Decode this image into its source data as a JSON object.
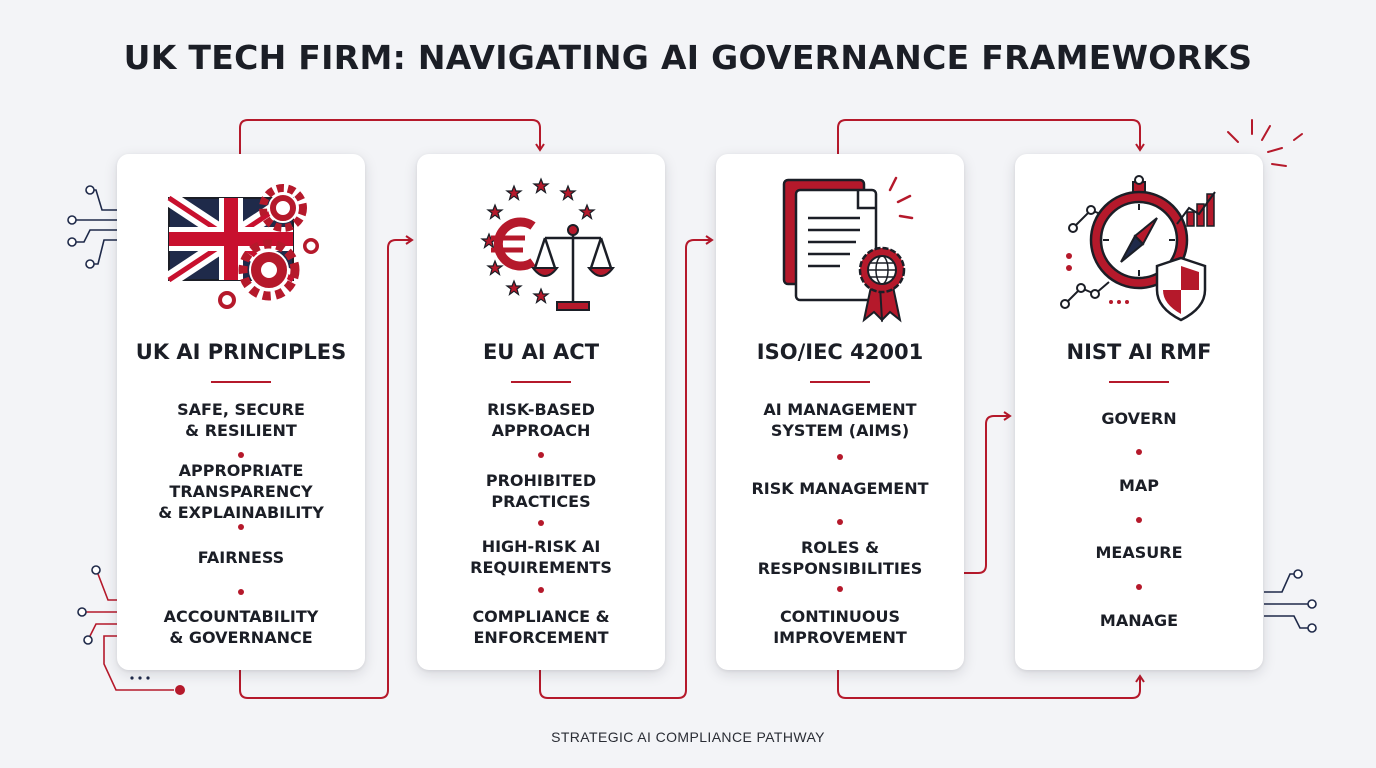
{
  "title": "UK TECH FIRM: NAVIGATING AI GOVERNANCE FRAMEWORKS",
  "footer": "STRATEGIC AI COMPLIANCE PATHWAY",
  "colors": {
    "accent": "#b5192b",
    "navy": "#1f2a4a",
    "ink": "#1b1e26",
    "card": "#ffffff",
    "background": "#f3f4f7"
  },
  "cards": [
    {
      "title": "UK AI PRINCIPLES",
      "icon": "uk-flag-gears-icon",
      "items": [
        "SAFE, SECURE\n& RESILIENT",
        "APPROPRIATE\nTRANSPARENCY\n& EXPLAINABILITY",
        "FAIRNESS",
        "ACCOUNTABILITY\n& GOVERNANCE"
      ]
    },
    {
      "title": "EU AI ACT",
      "icon": "eu-euro-scales-icon",
      "items": [
        "RISK-BASED\nAPPROACH",
        "PROHIBITED\nPRACTICES",
        "HIGH-RISK AI\nREQUIREMENTS",
        "COMPLIANCE &\nENFORCEMENT"
      ]
    },
    {
      "title": "ISO/IEC 42001",
      "icon": "document-certificate-icon",
      "items": [
        "AI MANAGEMENT\nSYSTEM (AIMS)",
        "RISK MANAGEMENT",
        "ROLES &\nRESPONSIBILITIES",
        "CONTINUOUS\nIMPROVEMENT"
      ]
    },
    {
      "title": "NIST AI RMF",
      "icon": "compass-shield-icon",
      "items": [
        "GOVERN",
        "MAP",
        "MEASURE",
        "MANAGE"
      ]
    }
  ]
}
